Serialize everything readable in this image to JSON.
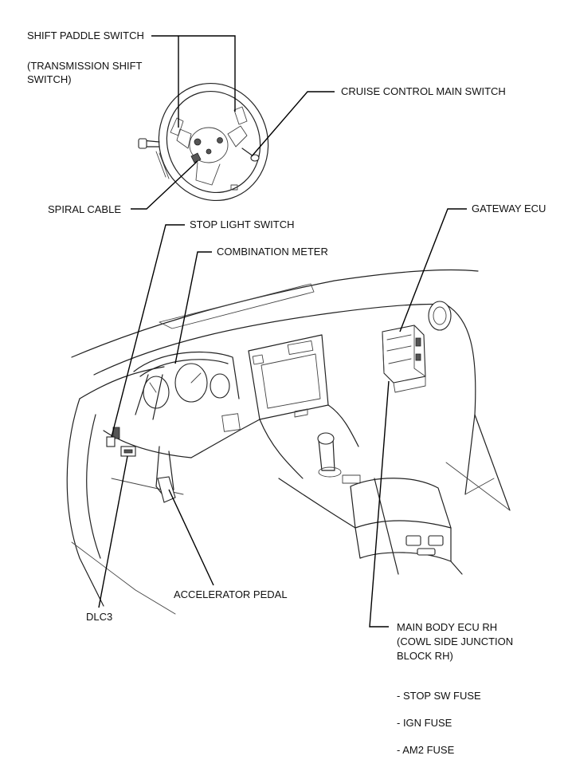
{
  "labels": {
    "shift_paddle_switch": "SHIFT PADDLE SWITCH",
    "transmission_shift_1": "(TRANSMISSION SHIFT",
    "transmission_shift_2": "SWITCH)",
    "cruise_control_main_switch": "CRUISE CONTROL MAIN SWITCH",
    "spiral_cable": "SPIRAL CABLE",
    "stop_light_switch": "STOP LIGHT SWITCH",
    "gateway_ecu": "GATEWAY ECU",
    "combination_meter": "COMBINATION METER",
    "accelerator_pedal": "ACCELERATOR PEDAL",
    "dlc3": "DLC3",
    "main_body_ecu_1": "MAIN BODY ECU RH",
    "main_body_ecu_2": "(COWL SIDE JUNCTION",
    "main_body_ecu_3": "BLOCK RH)",
    "fuses": [
      "- STOP SW FUSE",
      "- IGN FUSE",
      "- AM2 FUSE"
    ]
  }
}
